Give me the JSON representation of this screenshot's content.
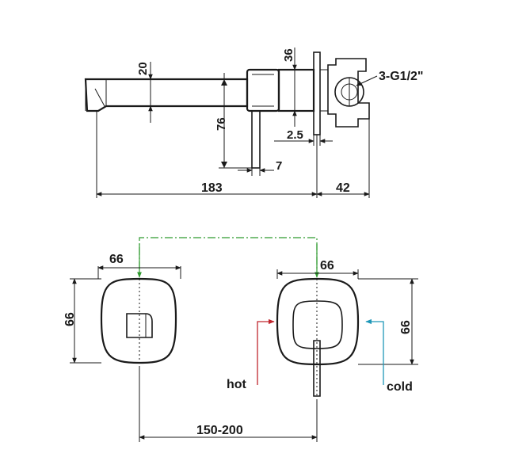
{
  "side_view": {
    "spout_height": "20",
    "body_height": "36",
    "thread_label": "3-G1/2\"",
    "lever_drop": "76",
    "plate_thickness": "2.5",
    "lever_width": "7",
    "spout_length": "183",
    "box_depth": "42"
  },
  "front_view": {
    "left_plate_width": "66",
    "left_plate_height": "66",
    "right_plate_width": "66",
    "right_plate_height": "66",
    "center_distance": "150-200",
    "hot_label": "hot",
    "cold_label": "cold"
  },
  "colors": {
    "line": "#1a1a1a",
    "hot": "#c0262e",
    "cold": "#1f97b8",
    "link": "#2e9a2e"
  }
}
